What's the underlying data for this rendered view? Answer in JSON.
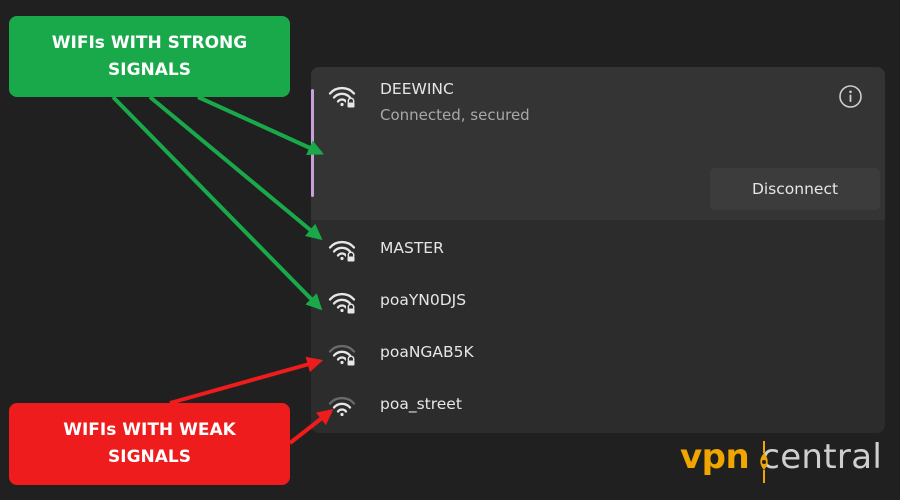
{
  "networks": {
    "connected": {
      "ssid": "DEEWINC",
      "status": "Connected, secured",
      "disconnect_label": "Disconnect",
      "info_icon": "info-icon",
      "signal_icon": "wifi-lock-strong-icon"
    },
    "list": [
      {
        "ssid": "MASTER",
        "signal": "strong",
        "secured": true
      },
      {
        "ssid": "poaYN0DJS",
        "signal": "strong",
        "secured": true
      },
      {
        "ssid": "poaNGAB5K",
        "signal": "weak",
        "secured": true
      },
      {
        "ssid": "poa_street",
        "signal": "weak",
        "secured": false
      }
    ]
  },
  "annotations": {
    "strong_callout": "WIFIs WITH STRONG SIGNALS",
    "weak_callout": "WIFIs WITH WEAK SIGNALS",
    "strong_color": "#1aa94a",
    "weak_color": "#ee1c1c"
  },
  "brand": {
    "prefix": "vpn",
    "suffix": "central",
    "accent_color": "#f0a500"
  },
  "colors": {
    "background": "#202020",
    "panel": "#2c2c2c",
    "selected_card": "#343434",
    "selection_accent": "#c9a0dc",
    "button": "#3c3c3c"
  }
}
